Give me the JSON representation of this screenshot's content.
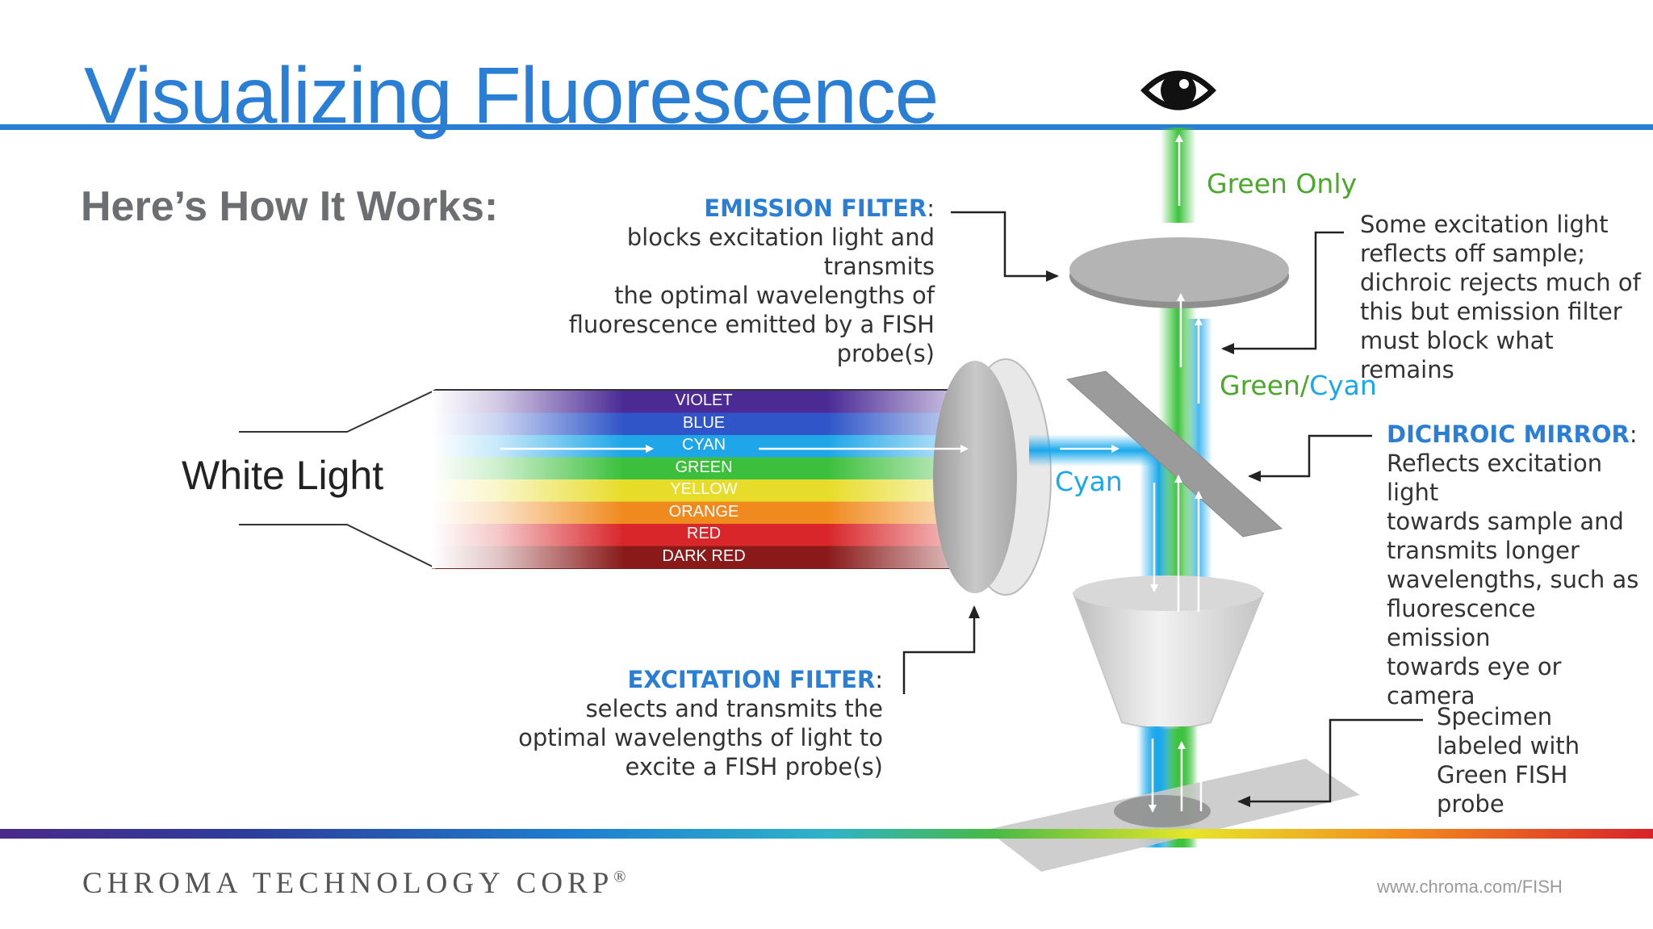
{
  "slide": {
    "title": "Visualizing Fluorescence",
    "subtitle": "Here’s How It Works:",
    "white_light_label": "White Light",
    "spectrum_bands": [
      "VIOLET",
      "BLUE",
      "CYAN",
      "GREEN",
      "YELLOW",
      "ORANGE",
      "RED",
      "DARK RED"
    ],
    "beam_labels": {
      "cyan": "Cyan",
      "green_cyan_green": "Green/",
      "green_cyan_cyan": "Cyan",
      "green_only": "Green Only"
    },
    "emission_filter": {
      "heading": "EMISSION FILTER",
      "lines": [
        "blocks excitation light and transmits",
        "the optimal wavelengths of",
        "fluorescence emitted by a FISH",
        "probe(s)"
      ]
    },
    "excitation_filter": {
      "heading": "EXCITATION FILTER",
      "lines": [
        "selects and transmits the",
        "optimal wavelengths of light to",
        "excite a FISH probe(s)"
      ]
    },
    "dichroic_mirror": {
      "heading": "DICHROIC MIRROR",
      "lines": [
        "Reflects excitation light",
        "towards sample and",
        "transmits longer",
        "wavelengths, such as",
        "fluorescence emission",
        "towards eye or camera"
      ]
    },
    "reflection_note": {
      "lines": [
        "Some excitation light",
        "reflects off sample;",
        "dichroic rejects much of",
        "this but emission filter",
        "must block what remains"
      ]
    },
    "specimen_note": {
      "lines": [
        "Specimen",
        "labeled with",
        "Green FISH",
        "probe"
      ]
    },
    "company": "CHROMA TECHNOLOGY CORP",
    "registered_mark": "®",
    "url": "www.chroma.com/FISH",
    "colors": {
      "title_blue": "#2a7fd4",
      "cyan_beam": "#19a8ec",
      "green_beam": "#3cc23c",
      "label_green": "#4aa82a"
    }
  }
}
